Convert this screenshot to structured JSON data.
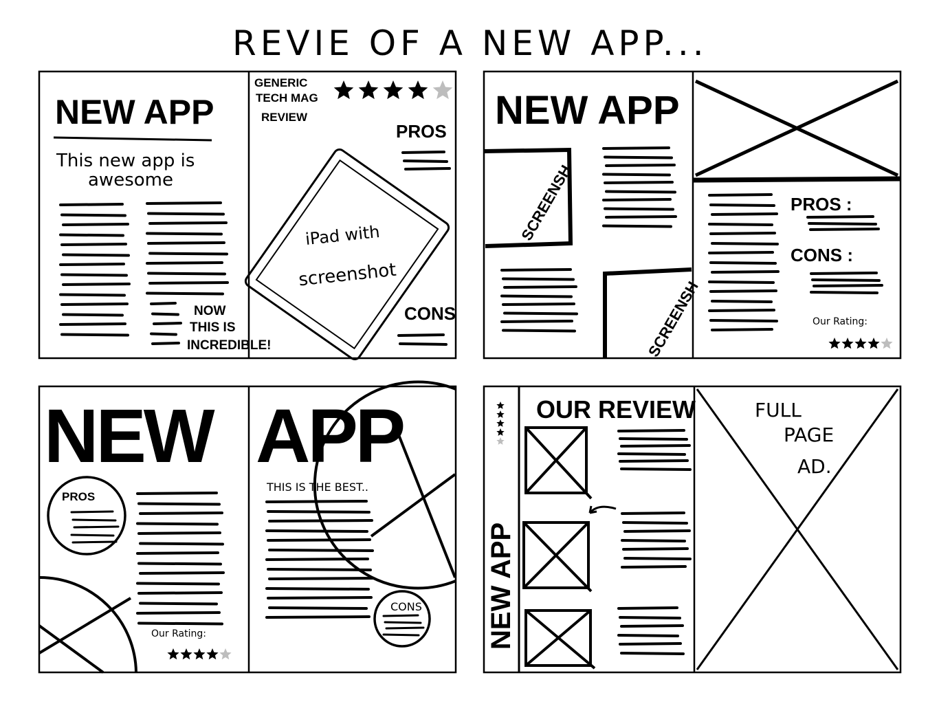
{
  "title": "REVIE OF A NEW APP...",
  "colors": {
    "ink": "#000000",
    "star_empty": "#bdbdbd"
  },
  "layout1": {
    "headline": "NEW APP",
    "subhead_1": "This new app is",
    "subhead_2": "awesome",
    "mag_1": "GENERIC",
    "mag_2": "TECH MAG",
    "mag_3": "REVIEW",
    "pros": "PROS",
    "ipad_1": "iPad with",
    "ipad_2": "screenshot",
    "cons": "CONS",
    "quote_1": "NOW",
    "quote_2": "THIS IS",
    "quote_3": "INCREDIBLE!",
    "rating": 4,
    "rating_max": 5
  },
  "layout2": {
    "headline": "NEW APP",
    "screenshot_1": "SCREENSH",
    "screenshot_2": "SCREENSH",
    "pros": "PROS :",
    "cons": "CONS :",
    "rating_label": "Our Rating:",
    "rating": 4,
    "rating_max": 5
  },
  "layout3": {
    "headline_left": "NEW",
    "headline_right": "APP",
    "tagline": "THIS IS THE BEST..",
    "pros": "PROS",
    "cons": "CONS",
    "rating_label": "Our Rating:",
    "rating": 4,
    "rating_max": 5
  },
  "layout4": {
    "heading": "OUR REVIEW",
    "spine_title": "NEW APP",
    "ad_1": "FULL",
    "ad_2": "PAGE",
    "ad_3": "AD.",
    "rating": 4,
    "rating_max": 5
  }
}
